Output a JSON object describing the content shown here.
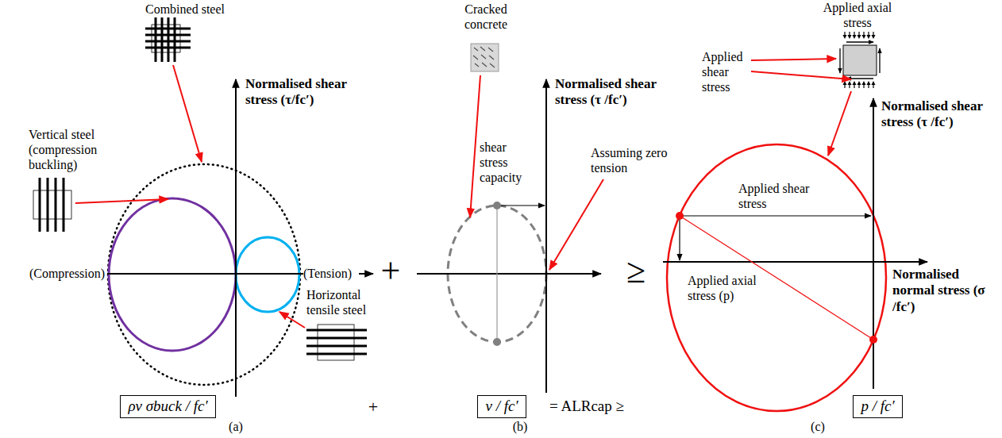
{
  "diagram": {
    "nodes": [
      {
        "text": [
          "ρv σbuck / fc′"
        ]
      },
      {
        "text": [
          "v / fc′"
        ]
      },
      {
        "text": [
          "p / fc′"
        ]
      }
    ],
    "labels": [
      "Combined steel",
      "Vertical steel (compression buckling)",
      "Normalised shear stress (τ/fc′)",
      "(Compression)",
      "(Tension)",
      "Horizontal tensile steel",
      "+",
      "+",
      "(a)",
      "Cracked concrete",
      "shear stress capacity",
      "Normalised shear stress (τ /fc′)",
      "Assuming zero tension",
      "= ALRcap ≥",
      "≥",
      "(b)",
      "Applied axial stress",
      "Applied shear stress",
      "Normalised shear stress (τ /fc′)",
      "Applied shear stress",
      "Applied axial stress (p)",
      "Normalised normal stress (σ /fc′)",
      "(c)"
    ]
  }
}
